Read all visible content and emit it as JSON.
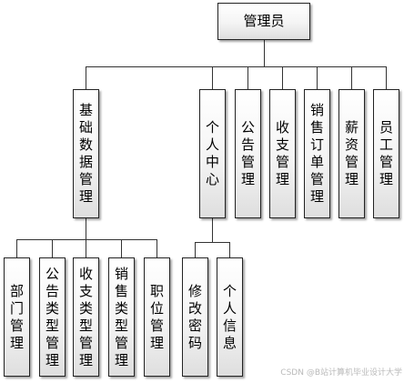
{
  "root": {
    "label": "管理员"
  },
  "level1": [
    {
      "key": "basic",
      "label": "基础数据管理"
    },
    {
      "key": "personal",
      "label": "个人中心"
    },
    {
      "key": "announcement",
      "label": "公告管理"
    },
    {
      "key": "finance",
      "label": "收支管理"
    },
    {
      "key": "sales",
      "label": "销售订单管理"
    },
    {
      "key": "salary",
      "label": "薪资管理"
    },
    {
      "key": "employee",
      "label": "员工管理"
    }
  ],
  "basic_children": [
    {
      "key": "dept",
      "label": "部门管理"
    },
    {
      "key": "notice-type",
      "label": "公告类型管理"
    },
    {
      "key": "finance-type",
      "label": "收支类型管理"
    },
    {
      "key": "sales-type",
      "label": "销售类型管理"
    },
    {
      "key": "position",
      "label": "职位管理"
    }
  ],
  "personal_children": [
    {
      "key": "change-password",
      "label": "修改密码"
    },
    {
      "key": "profile",
      "label": "个人信息"
    }
  ],
  "watermark": "CSDN @B站计算机毕业设计大学"
}
